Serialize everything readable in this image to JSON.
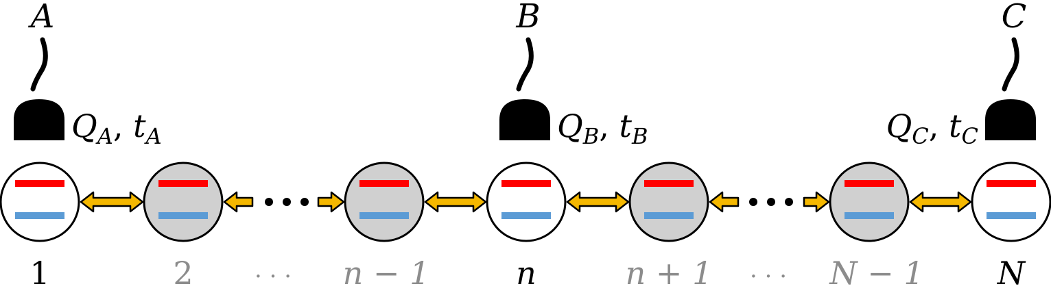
{
  "probes": {
    "A": {
      "name": "A",
      "q": "Q",
      "sub": "A",
      "t": "t",
      "tsub": "A"
    },
    "B": {
      "name": "B",
      "q": "Q",
      "sub": "B",
      "t": "t",
      "tsub": "B"
    },
    "C": {
      "name": "C",
      "q": "Q",
      "sub": "C",
      "t": "t",
      "tsub": "C"
    }
  },
  "sites": [
    {
      "label": "1",
      "kind": "probed"
    },
    {
      "label": "2",
      "kind": "bulk"
    },
    {
      "label": "n − 1",
      "kind": "bulk"
    },
    {
      "label": "n",
      "kind": "probed"
    },
    {
      "label": "n + 1",
      "kind": "bulk"
    },
    {
      "label": "N − 1",
      "kind": "bulk"
    },
    {
      "label": "N",
      "kind": "probed"
    }
  ],
  "separators": {
    "label_dots": "· · ·"
  },
  "colors": {
    "upper_level": "#ff0000",
    "lower_level": "#5b9bd5",
    "bulk_fill": "#d0d0d0",
    "probed_fill": "#ffffff",
    "arrow_fill": "#f5b800",
    "probed_label": "#000000",
    "bulk_label": "#8c8c8c"
  }
}
